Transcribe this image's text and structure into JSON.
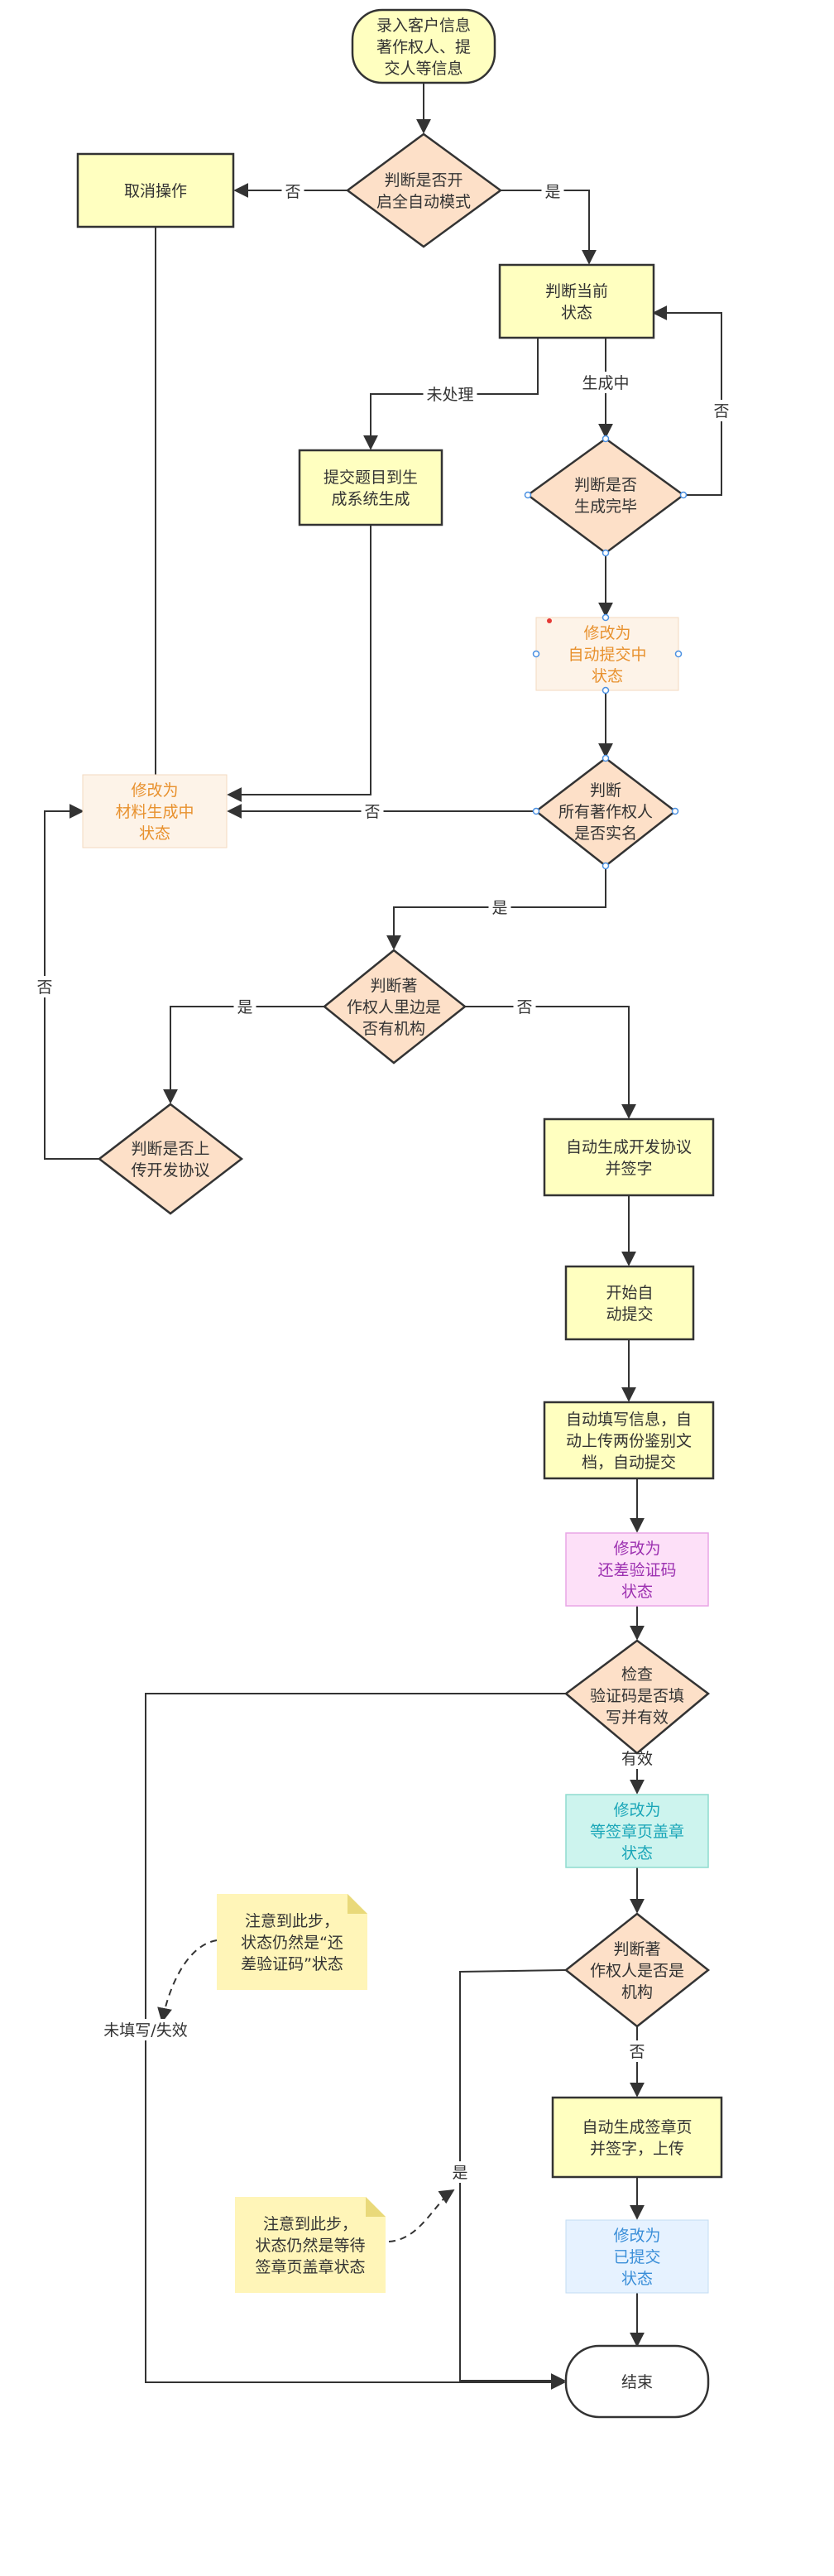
{
  "nodes": {
    "start": [
      "录入客户信息",
      "著作权人、提",
      "交人等信息"
    ],
    "auto_mode": [
      "判断是否开",
      "启全自动模式"
    ],
    "cancel": [
      "取消操作"
    ],
    "current_state": [
      "判断当前",
      "状态"
    ],
    "submit_gen": [
      "提交题目到生",
      "成系统生成"
    ],
    "gen_done": [
      "判断是否",
      "生成完毕"
    ],
    "set_auto_submit": [
      "修改为",
      "自动提交中",
      "状态"
    ],
    "all_verified": [
      "判断",
      "所有著作权人",
      "是否实名"
    ],
    "set_material_gen": [
      "修改为",
      "材料生成中",
      "状态"
    ],
    "has_org": [
      "判断著",
      "作权人里边是",
      "否有机构"
    ],
    "upload_agreement": [
      "判断是否上",
      "传开发协议"
    ],
    "auto_gen_agreement": [
      "自动生成开发协议",
      "并签字"
    ],
    "start_auto_submit": [
      "开始自",
      "动提交"
    ],
    "auto_fill": [
      "自动填写信息，自",
      "动上传两份鉴别文",
      "档，自动提交"
    ],
    "set_captcha": [
      "修改为",
      "还差验证码",
      "状态"
    ],
    "check_captcha": [
      "检查",
      "验证码是否填",
      "写并有效"
    ],
    "set_seal_page": [
      "修改为",
      "等签章页盖章",
      "状态"
    ],
    "is_org": [
      "判断著",
      "作权人是否是",
      "机构"
    ],
    "auto_gen_seal": [
      "自动生成签章页",
      "并签字，上传"
    ],
    "set_submitted": [
      "修改为",
      "已提交",
      "状态"
    ],
    "end": [
      "结束"
    ]
  },
  "notes": {
    "note1": [
      "注意到此步，",
      "状态仍然是“还",
      "差验证码”状态"
    ],
    "note2": [
      "注意到此步，",
      "状态仍然是等待",
      "签章页盖章状态"
    ]
  },
  "edge_labels": {
    "no_cancel": "否",
    "yes_auto": "是",
    "unprocessed": "未处理",
    "generating": "生成中",
    "no_loop": "否",
    "no_verified": "否",
    "yes_verified": "是",
    "yes_org": "是",
    "no_org": "否",
    "no_upload": "否",
    "valid": "有效",
    "invalid": "未填写/失效",
    "no_is_org": "否",
    "yes_is_org": "是"
  },
  "colors": {
    "process_fill": "#ffffc0",
    "process_stroke": "#333333",
    "decision_fill": "#fde0c8",
    "orange_fill": "#fdf3e8",
    "orange_text": "#e8912e",
    "pink_fill": "#fde0f8",
    "pink_text": "#9c30b0",
    "cyan_fill": "#cdf4ee",
    "cyan_text": "#1aa6b8",
    "blue_fill": "#e6f2ff",
    "blue_text": "#3a8ed8",
    "note_fill": "#fff5b8",
    "note_fold": "#e9d97a",
    "line": "#333333"
  }
}
